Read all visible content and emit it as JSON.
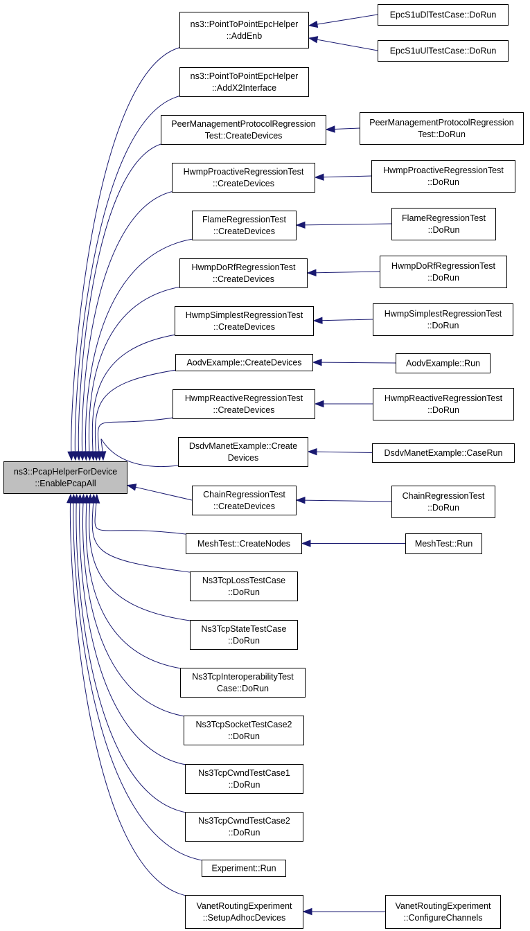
{
  "root": {
    "id": "root",
    "label": [
      "ns3::PcapHelperForDevice",
      "::EnablePcapAll"
    ]
  },
  "callers": [
    {
      "id": "n1",
      "label": [
        "ns3::PointToPointEpcHelper",
        "::AddEnb"
      ]
    },
    {
      "id": "n2",
      "label": [
        "ns3::PointToPointEpcHelper",
        "::AddX2Interface"
      ]
    },
    {
      "id": "n3",
      "label": [
        "PeerManagementProtocolRegression",
        "Test::CreateDevices"
      ]
    },
    {
      "id": "n4",
      "label": [
        "HwmpProactiveRegressionTest",
        "::CreateDevices"
      ]
    },
    {
      "id": "n5",
      "label": [
        "FlameRegressionTest",
        "::CreateDevices"
      ]
    },
    {
      "id": "n6",
      "label": [
        "HwmpDoRfRegressionTest",
        "::CreateDevices"
      ]
    },
    {
      "id": "n7",
      "label": [
        "HwmpSimplestRegressionTest",
        "::CreateDevices"
      ]
    },
    {
      "id": "n8",
      "label": [
        "AodvExample::CreateDevices"
      ]
    },
    {
      "id": "n9",
      "label": [
        "HwmpReactiveRegressionTest",
        "::CreateDevices"
      ]
    },
    {
      "id": "n10",
      "label": [
        "DsdvManetExample::Create",
        "Devices"
      ]
    },
    {
      "id": "n11",
      "label": [
        "ChainRegressionTest",
        "::CreateDevices"
      ]
    },
    {
      "id": "n12",
      "label": [
        "MeshTest::CreateNodes"
      ]
    },
    {
      "id": "n13",
      "label": [
        "Ns3TcpLossTestCase",
        "::DoRun"
      ]
    },
    {
      "id": "n14",
      "label": [
        "Ns3TcpStateTestCase",
        "::DoRun"
      ]
    },
    {
      "id": "n15",
      "label": [
        "Ns3TcpInteroperabilityTest",
        "Case::DoRun"
      ]
    },
    {
      "id": "n16",
      "label": [
        "Ns3TcpSocketTestCase2",
        "::DoRun"
      ]
    },
    {
      "id": "n17",
      "label": [
        "Ns3TcpCwndTestCase1",
        "::DoRun"
      ]
    },
    {
      "id": "n18",
      "label": [
        "Ns3TcpCwndTestCase2",
        "::DoRun"
      ]
    },
    {
      "id": "n19",
      "label": [
        "Experiment::Run"
      ]
    },
    {
      "id": "n20",
      "label": [
        "VanetRoutingExperiment",
        "::SetupAdhocDevices"
      ]
    }
  ],
  "second_level": [
    {
      "id": "m1a",
      "label": [
        "EpcS1uDlTestCase::DoRun"
      ],
      "calls": "n1"
    },
    {
      "id": "m1b",
      "label": [
        "EpcS1uUlTestCase::DoRun"
      ],
      "calls": "n1"
    },
    {
      "id": "m3",
      "label": [
        "PeerManagementProtocolRegression",
        "Test::DoRun"
      ],
      "calls": "n3"
    },
    {
      "id": "m4",
      "label": [
        "HwmpProactiveRegressionTest",
        "::DoRun"
      ],
      "calls": "n4"
    },
    {
      "id": "m5",
      "label": [
        "FlameRegressionTest",
        "::DoRun"
      ],
      "calls": "n5"
    },
    {
      "id": "m6",
      "label": [
        "HwmpDoRfRegressionTest",
        "::DoRun"
      ],
      "calls": "n6"
    },
    {
      "id": "m7",
      "label": [
        "HwmpSimplestRegressionTest",
        "::DoRun"
      ],
      "calls": "n7"
    },
    {
      "id": "m8",
      "label": [
        "AodvExample::Run"
      ],
      "calls": "n8"
    },
    {
      "id": "m9",
      "label": [
        "HwmpReactiveRegressionTest",
        "::DoRun"
      ],
      "calls": "n9"
    },
    {
      "id": "m10",
      "label": [
        "DsdvManetExample::CaseRun"
      ],
      "calls": "n10"
    },
    {
      "id": "m11",
      "label": [
        "ChainRegressionTest",
        "::DoRun"
      ],
      "calls": "n11"
    },
    {
      "id": "m12",
      "label": [
        "MeshTest::Run"
      ],
      "calls": "n12"
    },
    {
      "id": "m20",
      "label": [
        "VanetRoutingExperiment",
        "::ConfigureChannels"
      ],
      "calls": "n20"
    }
  ],
  "colors": {
    "edge": "#191970",
    "root_fill": "#bfbfbf",
    "node_fill": "#ffffff",
    "node_stroke": "#000000"
  }
}
